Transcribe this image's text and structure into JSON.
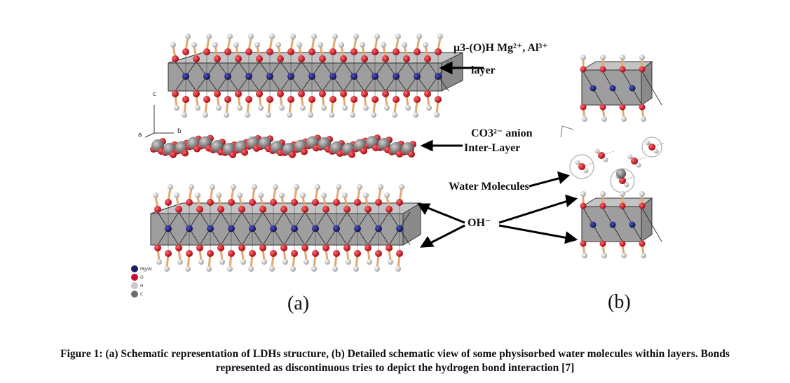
{
  "figure": {
    "labels": {
      "mg_al_layer": "μ3-(O)H Mg²⁺, Al³⁺",
      "layer": "layer",
      "co3_anion": "CO3²⁻ anion",
      "inter_layer": "Inter-Layer",
      "water_molecules": "Water Molecules",
      "oh": "OH⁻",
      "panel_a": "(a)",
      "panel_b": "(b)"
    },
    "axes": {
      "c": "c",
      "a": "a",
      "b": "b"
    },
    "legend": [
      {
        "symbol": "Mg/Al",
        "color": "#1b1f6b"
      },
      {
        "symbol": "O",
        "color": "#c8102e"
      },
      {
        "symbol": "H",
        "color": "#c9c9c9"
      },
      {
        "symbol": "C",
        "color": "#6e6e6e"
      }
    ],
    "colors": {
      "octahedron_fill": "#a9a9a9",
      "metal": "#1b1f6b",
      "oxygen": "#c8102e",
      "hydrogen": "#d6d6d6",
      "carbon": "#7a7a7a",
      "bond": "#e3a86e"
    }
  },
  "caption": {
    "line1": "Figure 1: (a) Schematic representation of LDHs structure, (b) Detailed schematic view of some physisorbed water molecules within layers. Bonds",
    "line2": "represented as discontinuous tries to depict the hydrogen bond interaction [7]"
  }
}
